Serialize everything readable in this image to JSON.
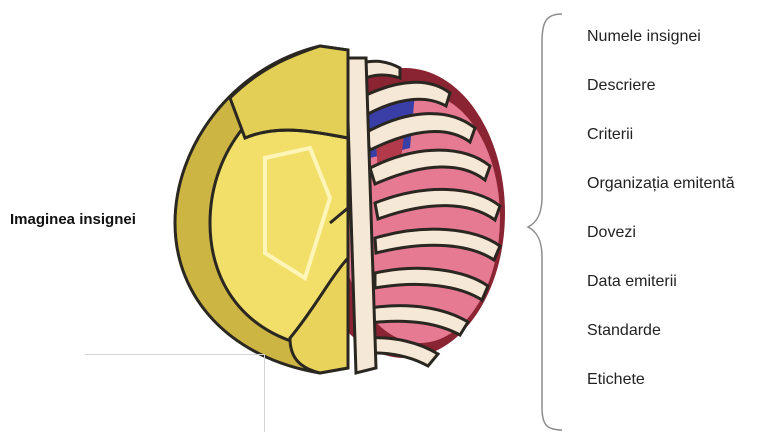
{
  "badge_image_label": "Imaginea insignei",
  "metadata_fields": [
    "Numele insignei",
    "Descriere",
    "Criterii",
    "Organizația emitentă",
    "Dovezi",
    "Data emiterii",
    "Standarde",
    "Etichete"
  ],
  "colors": {
    "shield_gold": "#d9c24a",
    "shield_light": "#f1df6a",
    "rib_cream": "#f6e8d6",
    "lung_pink": "#e77a93",
    "heart_blue": "#3a3fa8",
    "outline": "#2a2620"
  }
}
